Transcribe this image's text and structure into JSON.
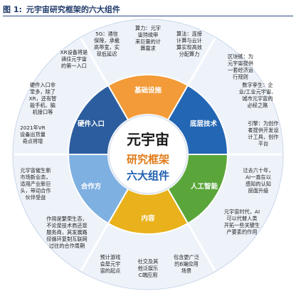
{
  "title": {
    "number": "图 1:",
    "text": "元宇宙研究框架的六大组件"
  },
  "center": {
    "line1": "元宇宙",
    "line2": "研究框架",
    "line3": "六大组件"
  },
  "segments": [
    {
      "id": "infrastructure",
      "label": "基础设施",
      "color": "#f29b38"
    },
    {
      "id": "underlying-tech",
      "label": "底层技术",
      "color": "#2266b4"
    },
    {
      "id": "ai",
      "label": "人工智能",
      "color": "#5aa63a"
    },
    {
      "id": "content",
      "label": "内容",
      "color": "#e9b21c"
    },
    {
      "id": "cooperation",
      "label": "合作方",
      "color": "#7fb0e2"
    },
    {
      "id": "hardware",
      "label": "硬件入口",
      "color": "#2c5d9e"
    }
  ],
  "notes": {
    "infra_5g": [
      "5G：通信",
      "保障，承载",
      "高带宽，实",
      "现低延迟"
    ],
    "infra_compute": [
      "算力：元宇",
      "宙持续带",
      "来巨量的计",
      "算需求"
    ],
    "infra_algo": [
      "算法：连接",
      "计算与云计",
      "算实现高效",
      "分配算力"
    ],
    "tech_blockchain": [
      "区块链：为",
      "元宇宙提供",
      "一套经济运",
      "行规则"
    ],
    "tech_twin": [
      "数字孪生：企",
      "业/工业元宇宙、",
      "城市元宇宙的",
      "必经之路"
    ],
    "tech_engine": [
      "引擎：为创作",
      "者提供开发设",
      "计工具，创作",
      "平台"
    ],
    "ai_1": [
      "过去六十年，",
      "AI一直在以",
      "感知的认知",
      "层面升级"
    ],
    "ai_2": [
      "元宇宙时代，AI",
      "可以代替人类",
      "开拓一些关键生",
      "产要素的作用"
    ],
    "content_game": [
      "预计游戏",
      "会是元宇",
      "宙的起点"
    ],
    "content_social": [
      "社交及其",
      "他泛娱乐",
      "C端应用"
    ],
    "content_b": [
      "包含更广泛",
      "的B端应用",
      "场景"
    ],
    "coop_1": [
      "元宇宙催生新",
      "市场新业态，",
      "适用产业新巨",
      "头，带动合作",
      "伙伴受益"
    ],
    "coop_2": [
      "作用是繁荣生态，",
      "不论是技术商还是",
      "服务商，其发展路",
      "径循环复制互联网",
      "过往的合作周期"
    ],
    "hw_1": [
      "XR设备将是",
      "通往元宇宙",
      "的第一入口"
    ],
    "hw_2": [
      "硬件入口非",
      "常多，除了",
      "XR，还有智",
      "能手机、脑",
      "机接口等"
    ],
    "hw_3": [
      "2021年VR",
      "设备出货量",
      "奇点将增"
    ]
  }
}
